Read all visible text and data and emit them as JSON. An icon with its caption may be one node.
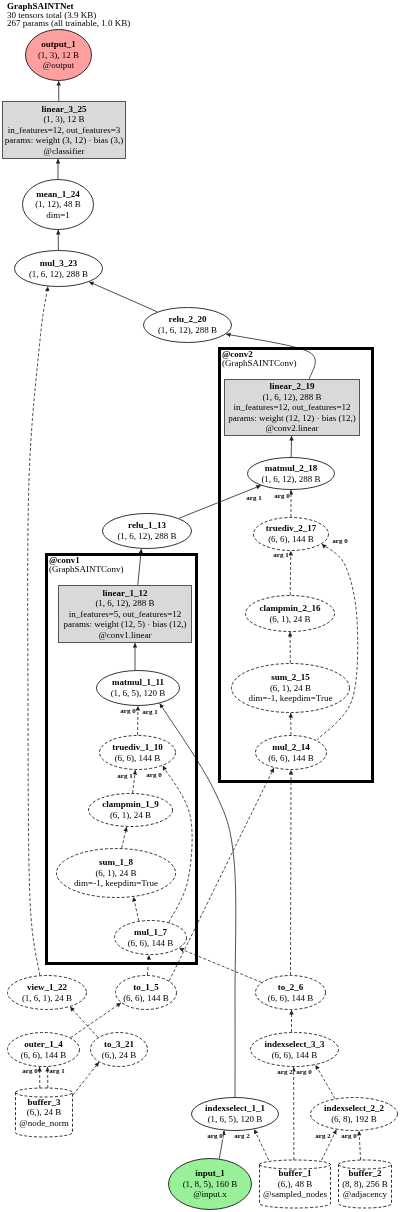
{
  "diagram": {
    "title": "GraphSAINTNet",
    "nodes": [
      {
        "text": [
          "output_1",
          "(1, 3), 12 B",
          "@output"
        ]
      },
      {
        "text": [
          "linear_3_25",
          "(1, 3), 12 B",
          "in_features=12, out_features=3",
          "params: weight (3, 12) · bias (3,)",
          "@classifier"
        ]
      },
      {
        "text": [
          "mean_1_24",
          "(1, 12), 48 B",
          "dim=1"
        ]
      },
      {
        "text": [
          "mul_3_23",
          "(1, 6, 12), 288 B"
        ]
      },
      {
        "text": [
          "relu_2_20",
          "(1, 6, 12), 288 B"
        ]
      },
      {
        "text": [
          "@conv2",
          "(GraphSAINTConv)"
        ]
      },
      {
        "text": [
          "linear_2_19",
          "(1, 6, 12), 288 B",
          "in_features=12, out_features=12",
          "params: weight (12, 12) · bias (12,)",
          "@conv2.linear"
        ],
        "in": 5
      },
      {
        "text": [
          "matmul_2_18",
          "(1, 6, 12), 288 B"
        ],
        "in": 5
      },
      {
        "text": [
          "truediv_2_17",
          "(6, 6), 144 B"
        ],
        "in": 5
      },
      {
        "text": [
          "clampmin_2_16",
          "(6, 1), 24 B"
        ],
        "in": 5
      },
      {
        "text": [
          "sum_2_15",
          "(6, 1), 24 B",
          "dim=-1, keepdim=True"
        ],
        "in": 5
      },
      {
        "text": [
          "mul_2_14",
          "(6, 6), 144 B"
        ],
        "in": 5
      },
      {
        "text": [
          "relu_1_13",
          "(1, 6, 12), 288 B"
        ]
      },
      {
        "text": [
          "@conv1",
          "(GraphSAINTConv)"
        ]
      },
      {
        "text": [
          "linear_1_12",
          "(1, 6, 12), 288 B",
          "in_features=5, out_features=12",
          "params: weight (12, 5) · bias (12,)",
          "@conv1.linear"
        ],
        "in": 13
      },
      {
        "text": [
          "matmul_1_11",
          "(1, 6, 5), 120 B"
        ],
        "in": 13
      },
      {
        "text": [
          "truediv_1_10",
          "(6, 6), 144 B"
        ],
        "in": 13
      },
      {
        "text": [
          "clampmin_1_9",
          "(6, 1), 24 B"
        ],
        "in": 13
      },
      {
        "text": [
          "sum_1_8",
          "(6, 1), 24 B",
          "dim=-1, keepdim=True"
        ],
        "in": 13
      },
      {
        "text": [
          "mul_1_7",
          "(6, 6), 144 B"
        ],
        "in": 13
      },
      {
        "text": [
          "view_1_22",
          "(1, 6, 1), 24 B"
        ]
      },
      {
        "text": [
          "to_1_5",
          "(6, 6), 144 B"
        ]
      },
      {
        "text": [
          "to_2_6",
          "(6, 6), 144 B"
        ]
      },
      {
        "text": [
          "outer_1_4",
          "(6, 6), 144 B"
        ]
      },
      {
        "text": [
          "to_3_21",
          "(6,), 24 B"
        ]
      },
      {
        "text": [
          "indexselect_3_3",
          "(6, 6), 144 B"
        ]
      },
      {
        "text": [
          "buffer_3",
          "(6,), 24 B",
          "@node_norm"
        ]
      },
      {
        "text": [
          "indexselect_1_1",
          "(1, 6, 5), 120 B"
        ]
      },
      {
        "text": [
          "indexselect_2_2",
          "(6, 8), 192 B"
        ]
      },
      {
        "text": [
          "input_1",
          "(1, 8, 5), 160 B",
          "@input.x"
        ]
      },
      {
        "text": [
          "buffer_1",
          "(6,), 48 B",
          "@sampled_nodes"
        ]
      },
      {
        "text": [
          "buffer_2",
          "(8, 8), 256 B",
          "@adjacency"
        ]
      }
    ],
    "edges": [
      {
        "from": 1,
        "to": 0,
        "arrow": "to"
      },
      {
        "from": 2,
        "to": 1,
        "arrow": "to"
      },
      {
        "from": 3,
        "to": 2,
        "arrow": "to"
      },
      {
        "from": 4,
        "to": 3,
        "arrow": "to"
      },
      {
        "from": 20,
        "to": 3,
        "arrow": "to",
        "style": "dashed"
      },
      {
        "from": 6,
        "to": 4,
        "arrow": "to"
      },
      {
        "from": 7,
        "to": 6,
        "arrow": "to"
      },
      {
        "from": 12,
        "to": 7,
        "arrow": "to",
        "label": "arg 1"
      },
      {
        "from": 8,
        "to": 7,
        "arrow": "to",
        "label": "arg 0",
        "style": "dashed"
      },
      {
        "from": 9,
        "to": 8,
        "arrow": "to",
        "label": "arg 1",
        "style": "dashed"
      },
      {
        "from": 11,
        "to": 8,
        "arrow": "to",
        "label": "arg 0",
        "style": "dashed"
      },
      {
        "from": 10,
        "to": 9,
        "arrow": "to",
        "style": "dashed"
      },
      {
        "from": 11,
        "to": 10,
        "arrow": "to",
        "style": "dashed"
      },
      {
        "from": 21,
        "to": 11,
        "arrow": "to",
        "style": "dashed"
      },
      {
        "from": 22,
        "to": 11,
        "arrow": "to",
        "style": "dashed"
      },
      {
        "from": 14,
        "to": 12,
        "arrow": "to"
      },
      {
        "from": 15,
        "to": 14,
        "arrow": "to"
      },
      {
        "from": 16,
        "to": 15,
        "arrow": "to",
        "label": "arg 0",
        "style": "dashed"
      },
      {
        "from": 27,
        "to": 15,
        "arrow": "to",
        "label": "arg 1"
      },
      {
        "from": 17,
        "to": 16,
        "arrow": "to",
        "label": "arg 1",
        "style": "dashed"
      },
      {
        "from": 19,
        "to": 16,
        "arrow": "to",
        "label": "arg 0",
        "style": "dashed"
      },
      {
        "from": 18,
        "to": 17,
        "arrow": "to",
        "style": "dashed"
      },
      {
        "from": 19,
        "to": 18,
        "arrow": "to",
        "style": "dashed"
      },
      {
        "from": 21,
        "to": 19,
        "arrow": "to",
        "style": "dashed"
      },
      {
        "from": 22,
        "to": 19,
        "arrow": "to",
        "style": "dashed"
      },
      {
        "from": 23,
        "to": 21,
        "arrow": "to",
        "style": "dashed"
      },
      {
        "from": 24,
        "to": 20,
        "arrow": "to",
        "style": "dashed"
      },
      {
        "from": 26,
        "to": 23,
        "arrow": "to",
        "label": "arg 0",
        "style": "dashed"
      },
      {
        "from": 26,
        "to": 23,
        "arrow": "to",
        "label": "arg 1",
        "style": "dashed"
      },
      {
        "from": 26,
        "to": 24,
        "arrow": "to",
        "style": "dashed"
      },
      {
        "from": 25,
        "to": 22,
        "arrow": "to",
        "style": "dashed"
      },
      {
        "from": 30,
        "to": 25,
        "arrow": "to",
        "label": "arg 2",
        "style": "dashed"
      },
      {
        "from": 28,
        "to": 25,
        "arrow": "to",
        "label": "arg 0",
        "style": "dashed"
      },
      {
        "from": 29,
        "to": 27,
        "arrow": "to",
        "label": "arg 0"
      },
      {
        "from": 30,
        "to": 27,
        "arrow": "to",
        "label": "arg 2",
        "style": "dashed"
      },
      {
        "from": 30,
        "to": 28,
        "arrow": "to",
        "label": "arg 2",
        "style": "dashed"
      },
      {
        "from": 31,
        "to": 28,
        "arrow": "to",
        "label": "arg 0",
        "style": "dashed"
      }
    ],
    "labels": [
      "30 tensors total (3.9 KB)",
      "267 params (all trainable, 1.0 KB)"
    ]
  }
}
